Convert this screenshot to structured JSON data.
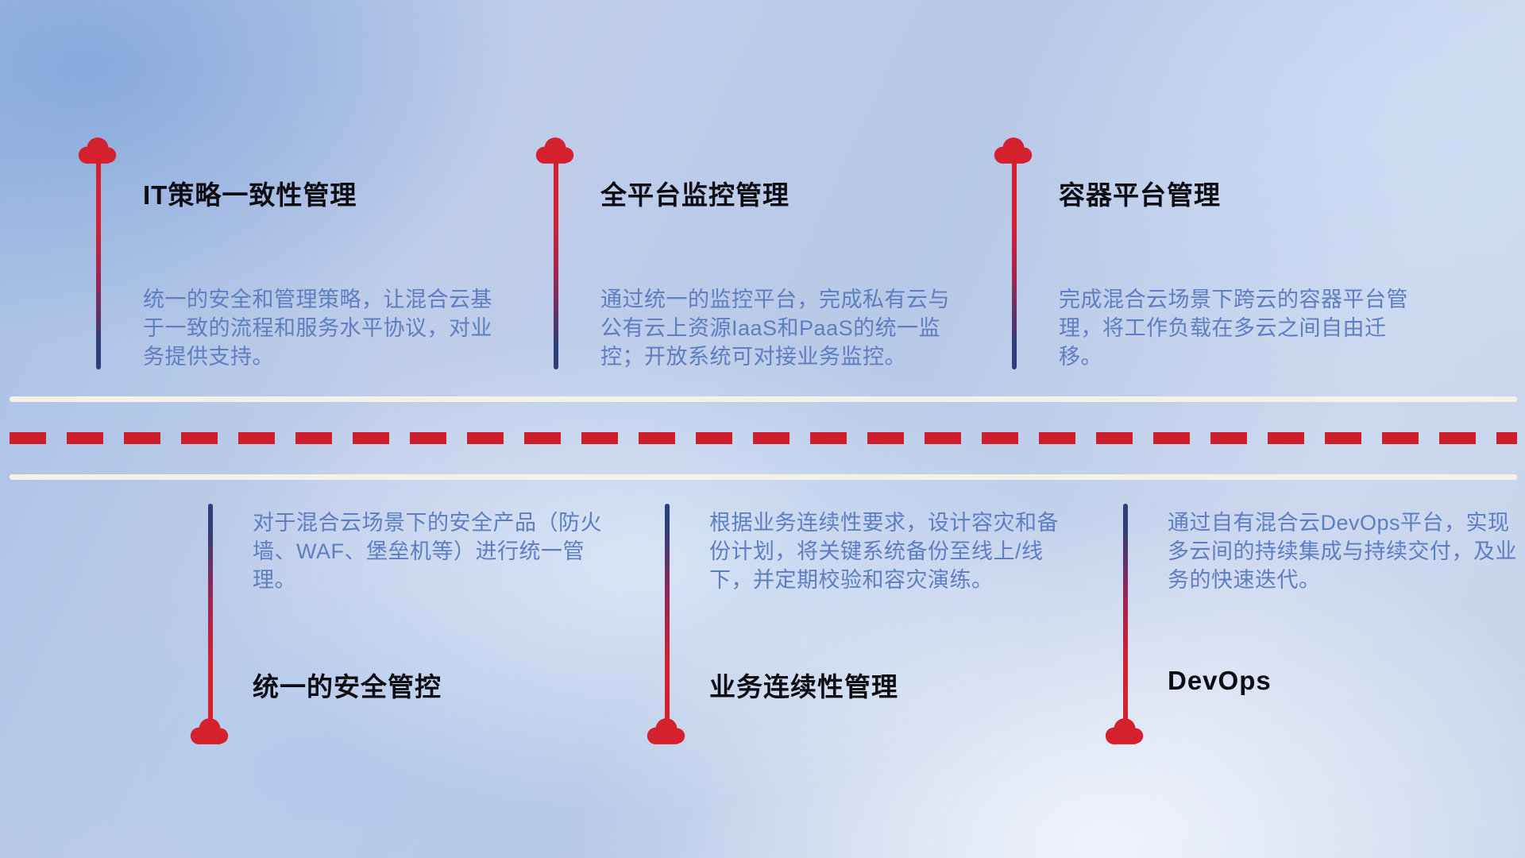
{
  "diagram_title": "",
  "colors": {
    "cloud_red": "#d5212e",
    "stem_navy": "#2e3e78",
    "dash_red": "#ce1e2b",
    "road_white": "#f6f1e7",
    "title_color": "#0c0c12",
    "description_color": "#5e7ec2"
  },
  "icons": {
    "cloud": "cloud-icon"
  },
  "top_items": [
    {
      "title": "IT策略一致性管理",
      "description": "统一的安全和管理策略，让混合云基于一致的流程和服务水平协议，对业务提供支持。"
    },
    {
      "title": "全平台监控管理",
      "description": "通过统一的监控平台，完成私有云与公有云上资源IaaS和PaaS的统一监控；开放系统可对接业务监控。"
    },
    {
      "title": "容器平台管理",
      "description": "完成混合云场景下跨云的容器平台管理，将工作负载在多云之间自由迁移。"
    }
  ],
  "bottom_items": [
    {
      "title": "统一的安全管控",
      "description": "对于混合云场景下的安全产品（防火墙、WAF、堡垒机等）进行统一管理。"
    },
    {
      "title": "业务连续性管理",
      "description": "根据业务连续性要求，设计容灾和备份计划，将关键系统备份至线上/线下，并定期校验和容灾演练。"
    },
    {
      "title": "DevOps",
      "description": "通过自有混合云DevOps平台，实现多云间的持续集成与持续交付，及业务的快速迭代。"
    }
  ]
}
